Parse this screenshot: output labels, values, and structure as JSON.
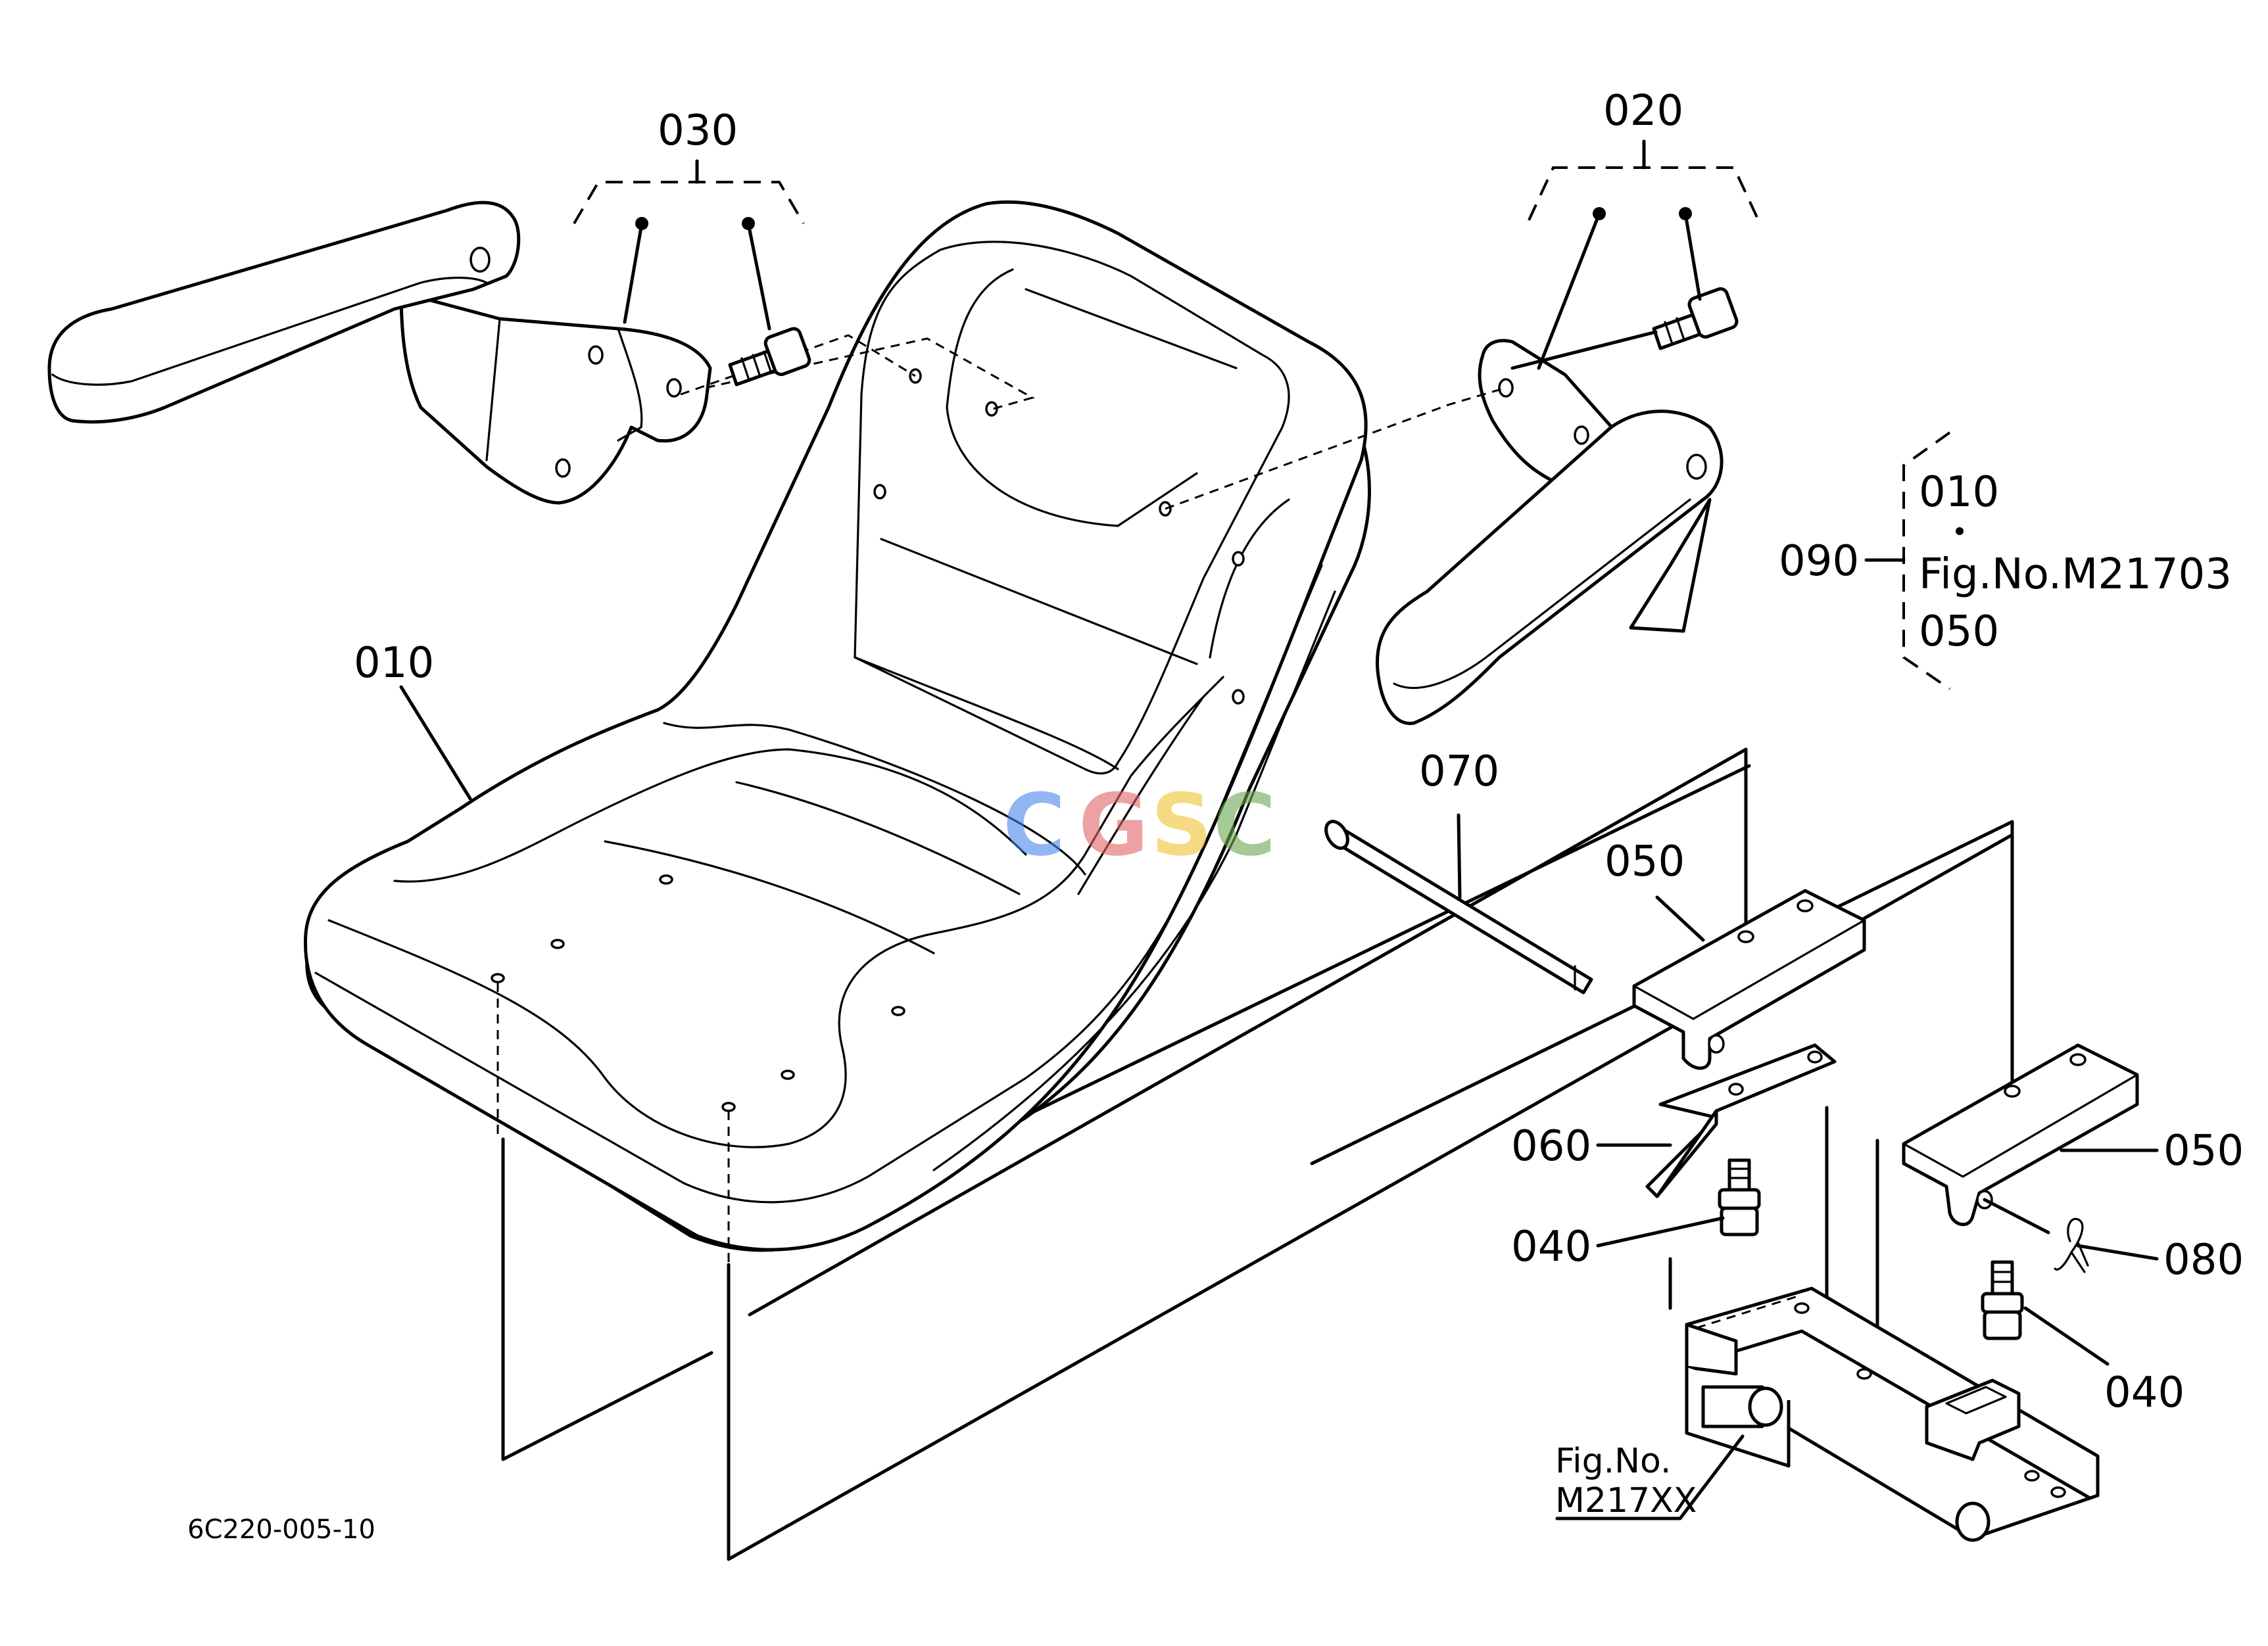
{
  "labels": {
    "p010": "010",
    "p020": "020",
    "p030": "030",
    "p040a": "040",
    "p040b": "040",
    "p050a": "050",
    "p050b": "050",
    "p060": "060",
    "p070": "070",
    "p080": "080",
    "p090": "090"
  },
  "group090": {
    "line1": "010",
    "line2": "Fig.No.M21703",
    "line3": "050"
  },
  "figref": {
    "line1": "Fig.No.",
    "line2": "M217XX"
  },
  "diagram_code": "6C220-005-10",
  "watermark": {
    "letters": [
      "C",
      "G",
      "S",
      "C"
    ],
    "colors": [
      "#4a86e8",
      "#e06666",
      "#f1c232",
      "#6aa84f"
    ]
  }
}
